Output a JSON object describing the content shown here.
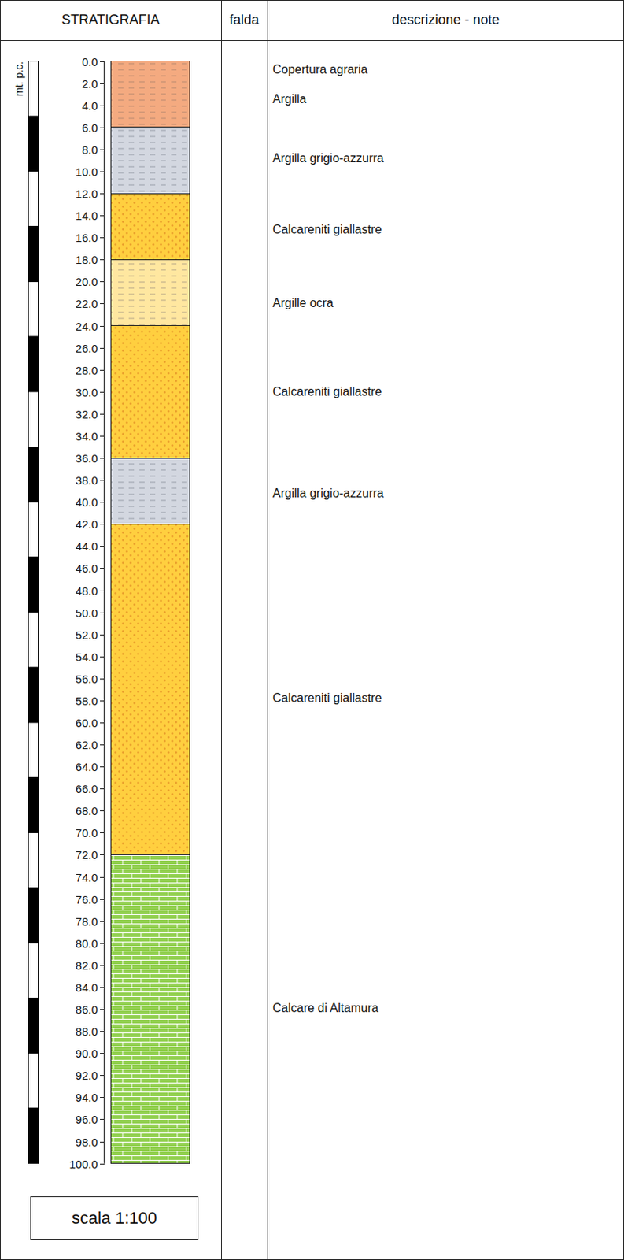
{
  "diagram": {
    "nodes": [
      {
        "text": [
          "scala 1:100"
        ]
      }
    ],
    "labels": [
      "STRATIGRAFIA",
      "falda",
      "descrizione - note",
      "mt. p.c.",
      "0.0",
      "2.0",
      "4.0",
      "6.0",
      "8.0",
      "10.0",
      "12.0",
      "14.0",
      "16.0",
      "18.0",
      "20.0",
      "22.0",
      "24.0",
      "26.0",
      "28.0",
      "30.0",
      "32.0",
      "34.0",
      "36.0",
      "38.0",
      "40.0",
      "42.0",
      "44.0",
      "46.0",
      "48.0",
      "50.0",
      "52.0",
      "54.0",
      "56.0",
      "58.0",
      "60.0",
      "62.0",
      "64.0",
      "66.0",
      "68.0",
      "70.0",
      "72.0",
      "74.0",
      "76.0",
      "78.0",
      "80.0",
      "82.0",
      "84.0",
      "86.0",
      "88.0",
      "90.0",
      "92.0",
      "94.0",
      "96.0",
      "98.0",
      "100.0",
      "Copertura agraria",
      "Argilla",
      "Argilla grigio-azzurra",
      "Calcareniti giallastre",
      "Argille ocra",
      "Calcareniti giallastre",
      "Argilla grigio-azzurra",
      "Calcareniti giallastre",
      "Calcare di Altamura"
    ]
  }
}
